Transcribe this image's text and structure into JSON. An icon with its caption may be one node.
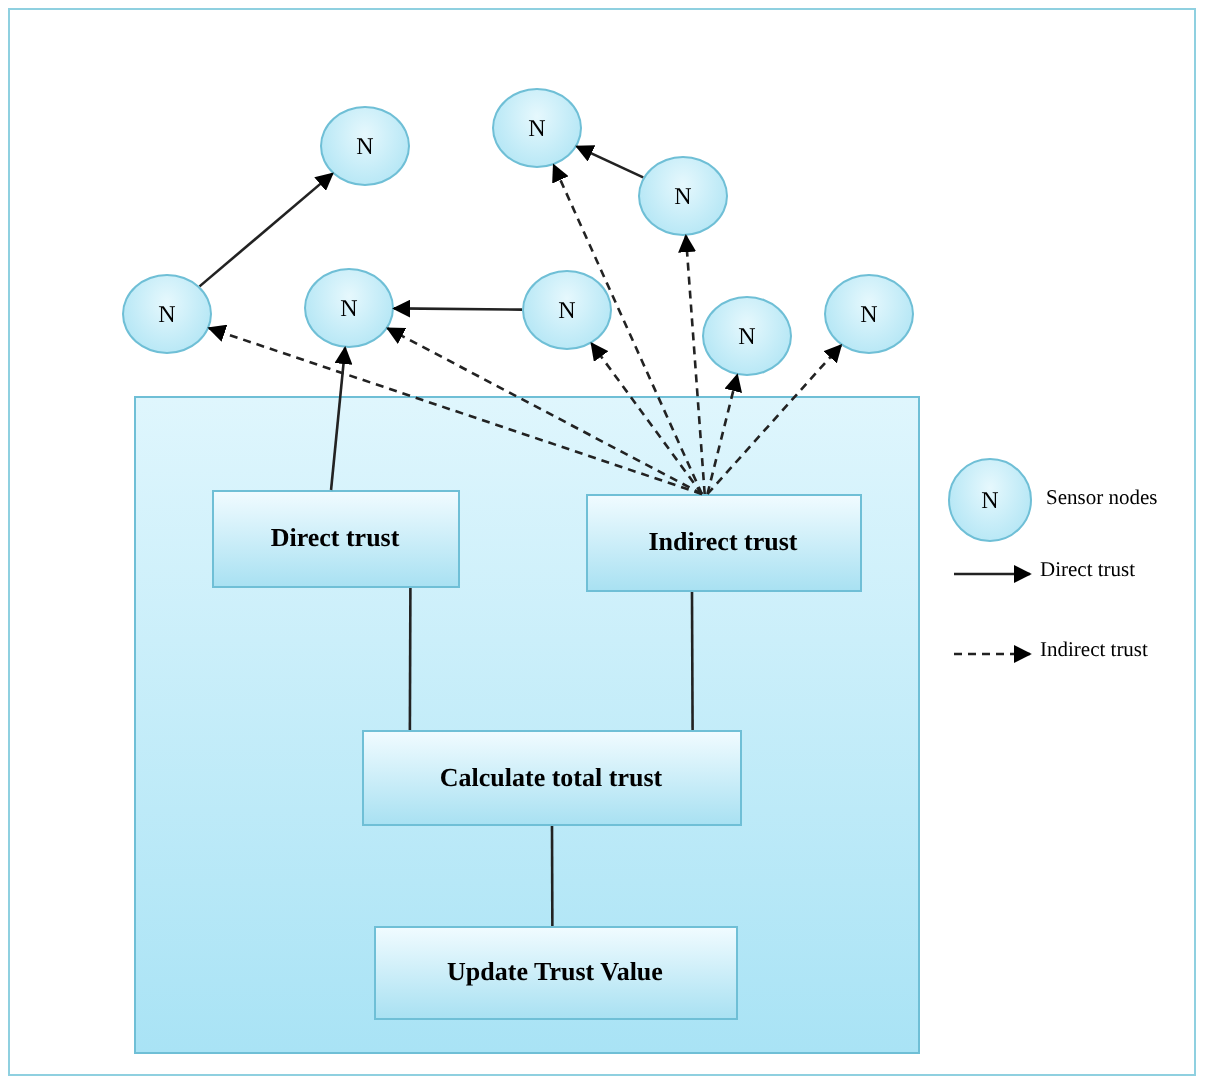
{
  "diagram": {
    "nodes": [
      {
        "text": [
          "N"
        ]
      },
      {
        "text": [
          "N"
        ]
      },
      {
        "text": [
          "N"
        ]
      },
      {
        "text": [
          "N"
        ]
      },
      {
        "text": [
          "N"
        ]
      },
      {
        "text": [
          "N"
        ]
      },
      {
        "text": [
          "N"
        ]
      },
      {
        "text": [
          "N"
        ]
      },
      {
        "text": [],
        "shape": "box"
      },
      {
        "text": [
          "Direct trust"
        ],
        "in": 8
      },
      {
        "text": [
          "Indirect trust"
        ],
        "in": 8
      },
      {
        "text": [
          "Calculate total trust"
        ],
        "in": 8
      },
      {
        "text": [
          "Update Trust Value"
        ],
        "in": 8
      }
    ],
    "edges": [
      {
        "from": 3,
        "to": 1,
        "arrow": "to"
      },
      {
        "from": 5,
        "to": 4,
        "arrow": "to"
      },
      {
        "from": 2,
        "to": 0,
        "arrow": "to"
      },
      {
        "from": 9,
        "to": 4,
        "arrow": "to"
      },
      {
        "from": 10,
        "to": 3,
        "arrow": "to",
        "style": "dashed"
      },
      {
        "from": 10,
        "to": 4,
        "arrow": "to",
        "style": "dashed"
      },
      {
        "from": 10,
        "to": 5,
        "arrow": "to",
        "style": "dashed"
      },
      {
        "from": 10,
        "to": 0,
        "arrow": "to",
        "style": "dashed"
      },
      {
        "from": 10,
        "to": 2,
        "arrow": "to",
        "style": "dashed"
      },
      {
        "from": 10,
        "to": 6,
        "arrow": "to",
        "style": "dashed"
      },
      {
        "from": 10,
        "to": 7,
        "arrow": "to",
        "style": "dashed"
      },
      {
        "from": 9,
        "to": 11,
        "arrow": "none"
      },
      {
        "from": 10,
        "to": 11,
        "arrow": "none"
      },
      {
        "from": 11,
        "to": 12,
        "arrow": "none"
      }
    ],
    "labels": [
      "N"
    ],
    "legend": [
      {
        "text": "Sensor nodes"
      },
      {
        "text": "Direct trust"
      },
      {
        "text": "Indirect trust"
      }
    ]
  }
}
